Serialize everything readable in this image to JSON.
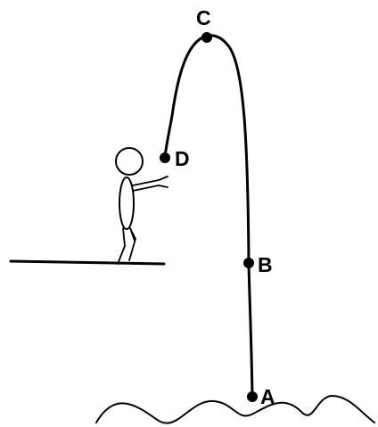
{
  "diagram": {
    "points": [
      {
        "id": "A",
        "label": "A"
      },
      {
        "id": "B",
        "label": "B"
      },
      {
        "id": "C",
        "label": "C"
      },
      {
        "id": "D",
        "label": "D"
      }
    ]
  },
  "colors": {
    "ink": "#000000",
    "background": "#ffffff"
  }
}
